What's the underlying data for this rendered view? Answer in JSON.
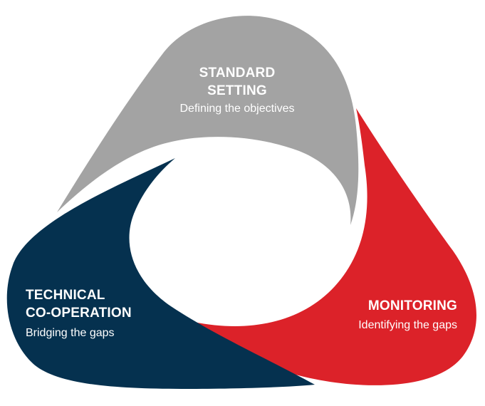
{
  "colors": {
    "standard_setting": "#a3a3a3",
    "monitoring": "#dc2229",
    "technical_cooperation": "#05314f",
    "text": "#ffffff",
    "background": "#ffffff"
  },
  "segments": [
    {
      "key": "standard_setting",
      "title_lines": [
        "STANDARD",
        "SETTING"
      ],
      "subtitle": "Defining the objectives"
    },
    {
      "key": "technical_cooperation",
      "title_lines": [
        "TECHNICAL",
        "CO-OPERATION"
      ],
      "subtitle": "Bridging the gaps"
    },
    {
      "key": "monitoring",
      "title_lines": [
        "MONITORING"
      ],
      "subtitle": "Identifying the gaps"
    }
  ]
}
